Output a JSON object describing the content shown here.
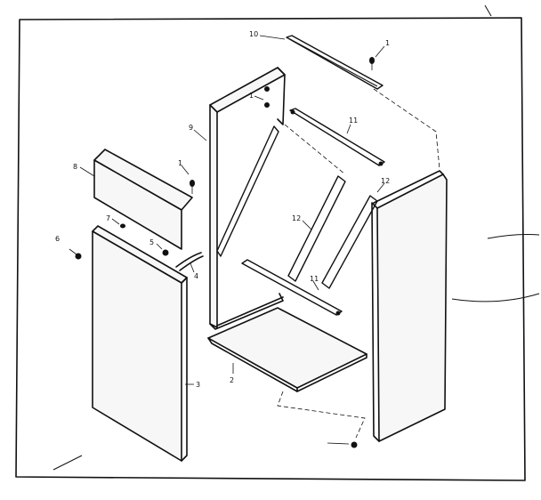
{
  "callouts": {
    "c1_top": "1",
    "c1_mid": "1",
    "c1_left": "1",
    "c2": "2",
    "c3": "3",
    "c4": "4",
    "c5": "5",
    "c6": "6",
    "c7": "7",
    "c8": "8",
    "c9": "9",
    "c10": "10",
    "c11_top": "11",
    "c11_bottom": "11",
    "c12_right": "12",
    "c12_mid": "12"
  }
}
